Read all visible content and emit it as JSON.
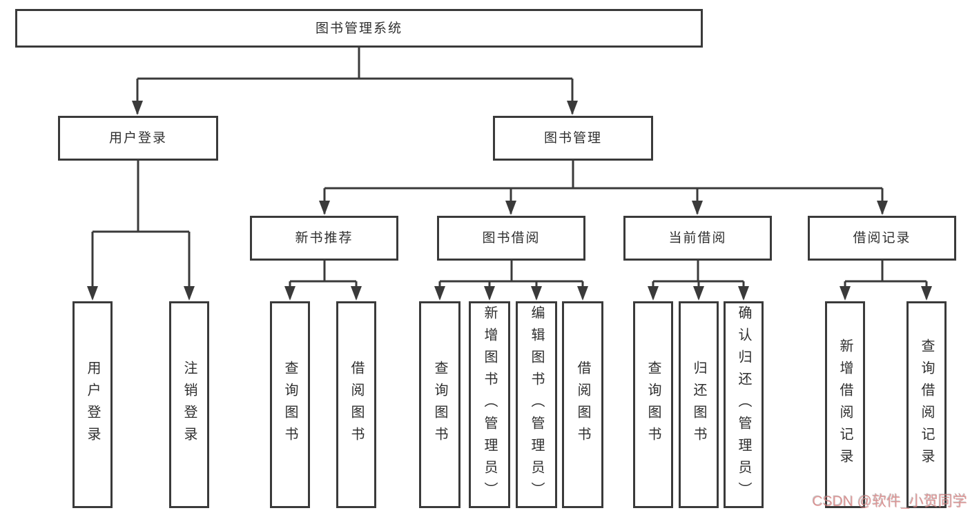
{
  "diagram": {
    "type": "hierarchy-tree",
    "root": {
      "label": "图书管理系统",
      "children": [
        {
          "label": "用户登录",
          "children": [
            {
              "label": "用户登录"
            },
            {
              "label": "注销登录"
            }
          ]
        },
        {
          "label": "图书管理",
          "children": [
            {
              "label": "新书推荐",
              "children": [
                {
                  "label": "查询图书"
                },
                {
                  "label": "借阅图书"
                }
              ]
            },
            {
              "label": "图书借阅",
              "children": [
                {
                  "label": "查询图书"
                },
                {
                  "label": "新增图书（管理员）"
                },
                {
                  "label": "编辑图书（管理员）"
                },
                {
                  "label": "借阅图书"
                }
              ]
            },
            {
              "label": "当前借阅",
              "children": [
                {
                  "label": "查询图书"
                },
                {
                  "label": "归还图书"
                },
                {
                  "label": "确认归还（管理员）"
                }
              ]
            },
            {
              "label": "借阅记录",
              "children": [
                {
                  "label": "新增借阅记录"
                },
                {
                  "label": "查询借阅记录"
                }
              ]
            }
          ]
        }
      ]
    }
  },
  "watermark": {
    "text": "CSDN @软件_小贺同学",
    "color": "#de7d7d"
  },
  "colors": {
    "line": "#3a3a3a",
    "box_border": "#3a3a3a",
    "box_background": "#ffffff",
    "text": "#2f2f2f",
    "background": "#ffffff"
  }
}
